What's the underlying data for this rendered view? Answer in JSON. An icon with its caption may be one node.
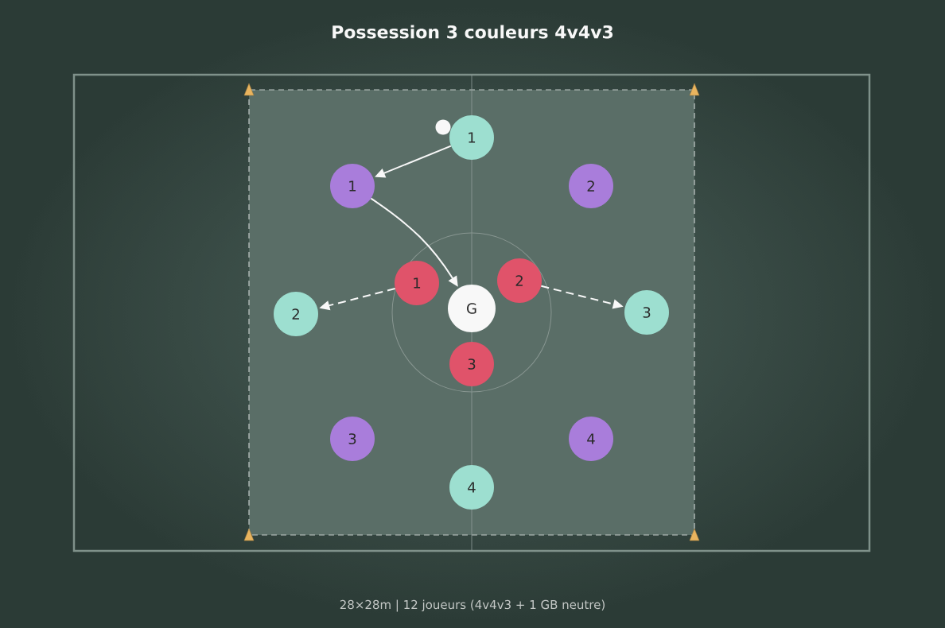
{
  "diagram": {
    "title": "Possession 3 couleurs 4v4v3",
    "caption": "28×28m | 12 joueurs (4v4v3 + 1 GB neutre)",
    "nodes": [
      {
        "text": [
          "1"
        ]
      },
      {
        "text": [
          "1"
        ]
      },
      {
        "text": [
          "2"
        ]
      },
      {
        "text": [
          "1"
        ]
      },
      {
        "text": [
          "2"
        ]
      },
      {
        "text": [
          "2"
        ]
      },
      {
        "text": [
          "G"
        ]
      },
      {
        "text": [
          "3"
        ]
      },
      {
        "text": [
          "3"
        ]
      },
      {
        "text": [
          "3"
        ]
      },
      {
        "text": [
          "4"
        ]
      },
      {
        "text": [
          "4"
        ]
      }
    ],
    "edges": [
      {
        "from": 0,
        "to": 1,
        "arrow": "to"
      },
      {
        "from": 1,
        "to": 6,
        "arrow": "to"
      },
      {
        "from": 3,
        "to": 5,
        "arrow": "to",
        "style": "dashed"
      },
      {
        "from": 4,
        "to": 7,
        "arrow": "to",
        "style": "dashed"
      }
    ]
  }
}
